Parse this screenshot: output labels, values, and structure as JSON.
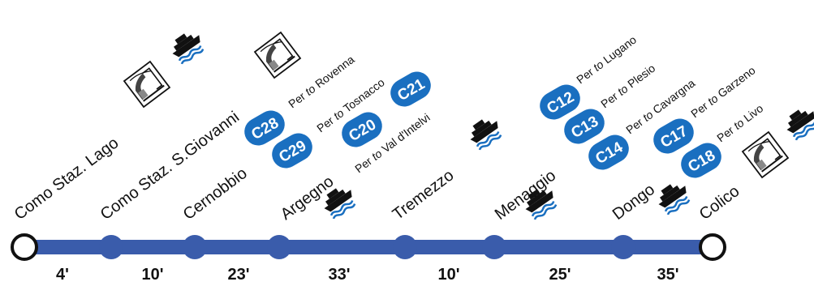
{
  "line": {
    "color": "#3a5cab",
    "badge_color": "#1a6fc0",
    "stops": [
      {
        "name": "Como Staz. Lago",
        "terminal": true
      },
      {
        "name": "Como Staz. S.Giovanni",
        "terminal": false
      },
      {
        "name": "Cernobbio",
        "terminal": false
      },
      {
        "name": "Argegno",
        "terminal": false
      },
      {
        "name": "Tremezzo",
        "terminal": false
      },
      {
        "name": "Menaggio",
        "terminal": false
      },
      {
        "name": "Dongo",
        "terminal": false
      },
      {
        "name": "Colico",
        "terminal": true
      }
    ],
    "travel_times": [
      "4'",
      "10'",
      "23'",
      "33'",
      "10'",
      "25'",
      "35'"
    ]
  },
  "connections": [
    {
      "route": "C28",
      "prefix": "Per ",
      "italic": "to",
      "destination": " Rovenna"
    },
    {
      "route": "C29",
      "prefix": "Per ",
      "italic": "to",
      "destination": " Tosnacco"
    },
    {
      "route": "C20",
      "prefix": "Per ",
      "italic": "to",
      "destination": " Val d'Intelvi"
    },
    {
      "route": "C21",
      "prefix": "",
      "italic": "",
      "destination": ""
    },
    {
      "route": "C12",
      "prefix": "Per ",
      "italic": "to",
      "destination": " Lugano"
    },
    {
      "route": "C13",
      "prefix": "Per ",
      "italic": "to",
      "destination": " Plesio"
    },
    {
      "route": "C14",
      "prefix": "Per ",
      "italic": "to",
      "destination": " Cavargna"
    },
    {
      "route": "C17",
      "prefix": "Per ",
      "italic": "to",
      "destination": " Garzeno"
    },
    {
      "route": "C18",
      "prefix": "Per ",
      "italic": "to",
      "destination": " Livo"
    }
  ],
  "icons": {
    "ferry": "ferry-icon",
    "train": "train-station-icon"
  }
}
